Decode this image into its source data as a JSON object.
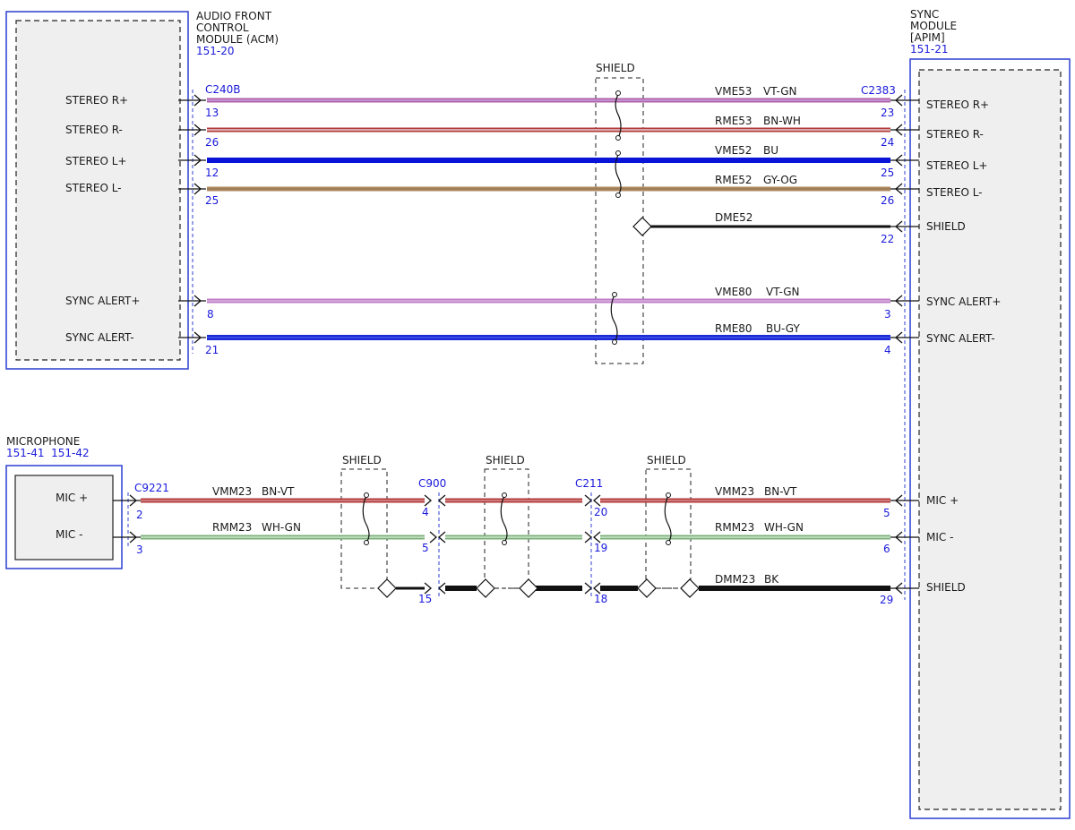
{
  "acm": {
    "title_lines": [
      "AUDIO FRONT",
      "CONTROL",
      "MODULE (ACM)"
    ],
    "ref": "151-20",
    "pins": [
      "STEREO R+",
      "STEREO R-",
      "STEREO L+",
      "STEREO L-",
      "SYNC ALERT+",
      "SYNC ALERT-"
    ]
  },
  "sync": {
    "title_lines": [
      "SYNC",
      "MODULE",
      "[APIM]"
    ],
    "ref": "151-21",
    "pins": [
      "STEREO R+",
      "STEREO R-",
      "STEREO L+",
      "STEREO L-",
      "SHIELD",
      "SYNC ALERT+",
      "SYNC ALERT-",
      "MIC +",
      "MIC -",
      "SHIELD"
    ]
  },
  "microphone": {
    "title": "MICROPHONE",
    "refs": "151-41  151-42",
    "pins": [
      "MIC +",
      "MIC -"
    ]
  },
  "connectors": {
    "c240b": "C240B",
    "c2383": "C2383",
    "c9221": "C9221",
    "c900": "C900",
    "c211": "C211"
  },
  "shield_label": "SHIELD",
  "upper_wires": [
    {
      "circuit": "VME53",
      "color": "VT-GN",
      "left_pin": "13",
      "right_pin": "23",
      "hex": [
        "#b060a8",
        "#c8a0d8"
      ]
    },
    {
      "circuit": "RME53",
      "color": "BN-WH",
      "left_pin": "26",
      "right_pin": "24",
      "hex": [
        "#b23a3a",
        "#e8d0d0"
      ]
    },
    {
      "circuit": "VME52",
      "color": "BU",
      "left_pin": "12",
      "right_pin": "25",
      "hex": [
        "#0a14d8",
        "#0a14d8"
      ]
    },
    {
      "circuit": "RME52",
      "color": "GY-OG",
      "left_pin": "25",
      "right_pin": "26",
      "hex": [
        "#b08a60",
        "#9a7a58"
      ]
    },
    {
      "circuit": "DME52",
      "color": "",
      "left_pin": "",
      "right_pin": "22",
      "hex": [
        "#111111",
        "#111111"
      ]
    },
    {
      "circuit": "VME80",
      "color": "VT-GN",
      "left_pin": "8",
      "right_pin": "3",
      "hex": [
        "#c080c8",
        "#d8b0e0"
      ]
    },
    {
      "circuit": "RME80",
      "color": "BU-GY",
      "left_pin": "21",
      "right_pin": "4",
      "hex": [
        "#1a2ad8",
        "#3a4ae0"
      ]
    }
  ],
  "lower_wires": [
    {
      "circuit": "VMM23",
      "color": "BN-VT",
      "hex": [
        "#b23a3a",
        "#d89090"
      ],
      "pins": {
        "c9221": "2",
        "c900": "4",
        "c211": "20",
        "sync": "5"
      }
    },
    {
      "circuit": "RMM23",
      "color": "WH-GN",
      "hex": [
        "#7ab07a",
        "#d0e8d0"
      ],
      "pins": {
        "c9221": "3",
        "c900": "5",
        "c211": "19",
        "sync": "6"
      }
    },
    {
      "circuit": "DMM23",
      "color": "BK",
      "hex": [
        "#111111",
        "#111111"
      ],
      "pins": {
        "c900": "15",
        "c211": "18",
        "sync": "29"
      }
    }
  ]
}
